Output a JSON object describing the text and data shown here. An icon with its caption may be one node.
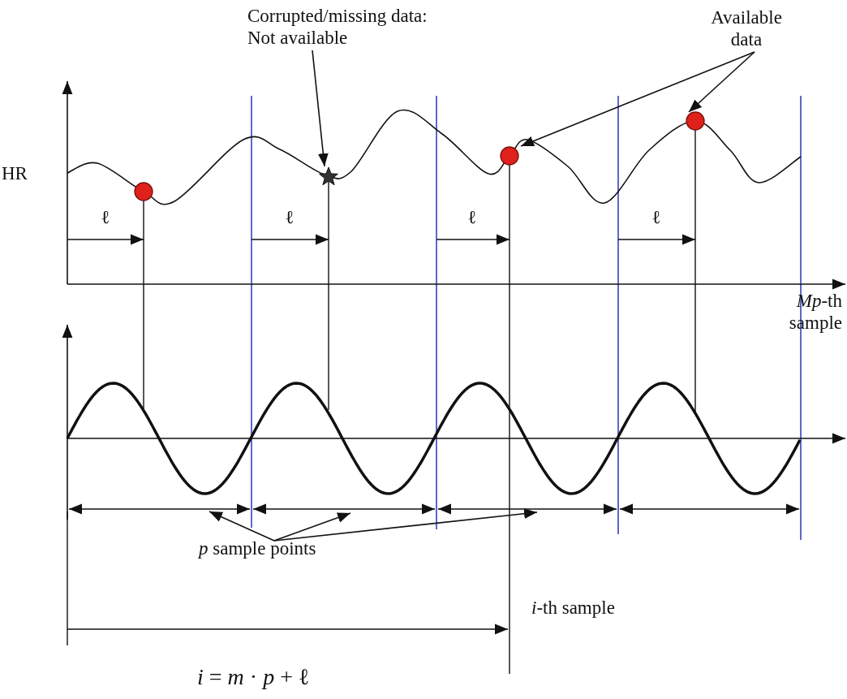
{
  "diagram": {
    "nodes": [
      {
        "text": [
          "Corrupted/missing data: Not available"
        ]
      },
      {
        "text": [
          "Available data"
        ]
      },
      {
        "text": [
          "*p* sample points"
        ]
      },
      {
        "text": [],
        "shape": "circle"
      },
      {
        "text": [],
        "shape": "star"
      },
      {
        "text": [],
        "shape": "circle"
      },
      {
        "text": [],
        "shape": "circle"
      }
    ],
    "edges": [
      {
        "from": 0,
        "to": 4,
        "arrow": "to"
      },
      {
        "from": 1,
        "to": 5,
        "arrow": "to"
      },
      {
        "from": 1,
        "to": 6,
        "arrow": "to"
      },
      {
        "from": 2,
        "to": null,
        "arrow": "to"
      },
      {
        "from": 2,
        "to": null,
        "arrow": "to"
      },
      {
        "from": 2,
        "to": null,
        "arrow": "to"
      }
    ],
    "labels": [
      "HR",
      "ℓ",
      "ℓ",
      "ℓ",
      "ℓ",
      "*Mp*-th sample",
      "*i*-th sample",
      "*i* = *m* · *p* + ℓ"
    ]
  }
}
